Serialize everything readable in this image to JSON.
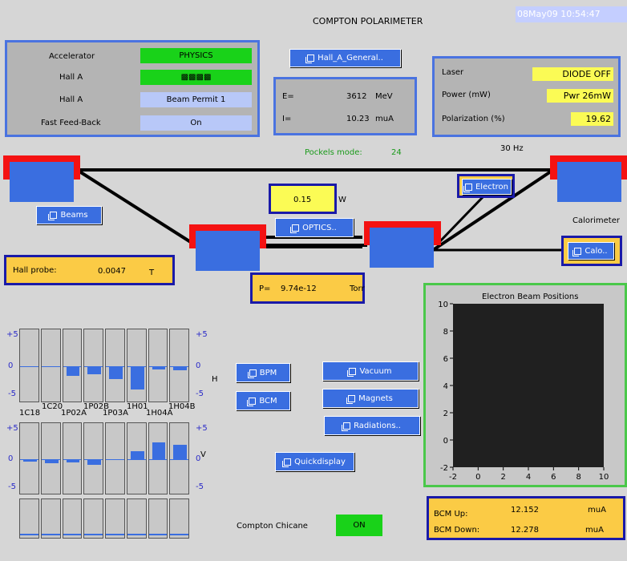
{
  "title": "COMPTON POLARIMETER",
  "timestamp": "08May09 10:54:47",
  "status_panel": {
    "rows": [
      {
        "label": "Accelerator",
        "value": "PHYSICS",
        "color": "#19d219"
      },
      {
        "label": "Hall A",
        "value": "▩▩▩▩",
        "color": "#19d219"
      },
      {
        "label": "Hall A",
        "value": "Beam Permit 1",
        "color": "#b8c8f8"
      },
      {
        "label": "Fast Feed-Back",
        "value": "On",
        "color": "#b8c8f8"
      }
    ]
  },
  "hall_a_button": "Hall_A_General..",
  "energy": {
    "label": "E=",
    "value": "3612",
    "unit": "MeV"
  },
  "current": {
    "label": "I=",
    "value": "10.23",
    "unit": "muA"
  },
  "laser": {
    "rows": [
      {
        "label": "Laser",
        "value": "DIODE OFF"
      },
      {
        "label": "Power (mW)",
        "value": "Pwr 26mW"
      },
      {
        "label": "Polarization (%)",
        "value": "19.62"
      }
    ]
  },
  "pockels": {
    "label": "Pockels mode:",
    "value": "24"
  },
  "freq": "30 Hz",
  "power_readout": {
    "value": "0.15",
    "unit": "W"
  },
  "optics_button": "OPTICS..",
  "beams_button": "Beams",
  "electron_button": "Electron",
  "calorimeter": {
    "label": "Calorimeter",
    "button": "Calo.."
  },
  "hall_probe": {
    "label": "Hall probe:",
    "value": "0.0047",
    "unit": "T"
  },
  "pressure": {
    "label": "P=",
    "value": "9.74e-12",
    "unit": "Torr"
  },
  "bpm_labels": {
    "top_axis": [
      "+5",
      "0",
      "-5"
    ],
    "top_axis_right": [
      "+5",
      "0",
      "-5"
    ],
    "h_label": "H",
    "v_label": "V",
    "names_row1": [
      "1C20",
      "1P02B",
      "1H01",
      "1H04B"
    ],
    "names_row2": [
      "1C18",
      "1P02A",
      "1P03A",
      "1H04A"
    ],
    "bot_axis": [
      "+5",
      "0",
      "-5"
    ],
    "bot_axis_right": [
      "+5",
      "0",
      "-5"
    ],
    "h_values": [
      0,
      0,
      -1.3,
      -1.1,
      -1.7,
      -3.2,
      -0.4,
      -0.5
    ],
    "v_values": [
      -0.3,
      -0.5,
      -0.4,
      -0.8,
      -0.1,
      1.1,
      2.3,
      2.0
    ],
    "bar_color": "#3a6ee0"
  },
  "buttons": {
    "bpm": "BPM",
    "bcm": "BCM",
    "vacuum": "Vacuum",
    "magnets": "Magnets",
    "radiations": "Radiations..",
    "quickdisplay": "Quickdisplay"
  },
  "chicane": {
    "label": "Compton Chicane",
    "value": "ON"
  },
  "bcm": {
    "up_label": "BCM Up:",
    "up_value": "12.152",
    "up_unit": "muA",
    "down_label": "BCM Down:",
    "down_value": "12.278",
    "down_unit": "muA"
  },
  "chart_data": {
    "type": "scatter",
    "title": "Electron Beam Positions",
    "x_ticks": [
      "-2",
      "0",
      "2",
      "4",
      "6",
      "8",
      "10"
    ],
    "y_ticks": [
      "10",
      "8",
      "6",
      "4",
      "2",
      "0",
      "-2"
    ],
    "xlim": [
      -2,
      10
    ],
    "ylim": [
      -2,
      10
    ],
    "points": []
  }
}
